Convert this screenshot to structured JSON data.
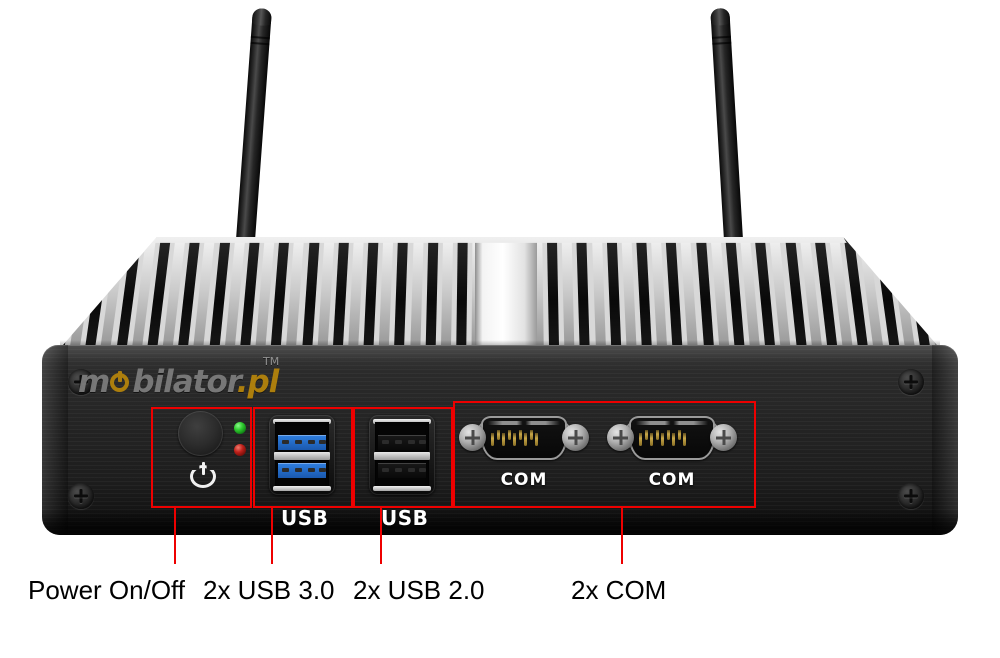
{
  "product": {
    "brand_logo": {
      "text_main": "m",
      "text_rest": "bilator",
      "suffix": ".pl",
      "trademark": "TM",
      "accent_color": "#b8860b"
    }
  },
  "front_panel": {
    "power_glyph_name": "power-symbol",
    "leds": [
      {
        "name": "led-green",
        "color": "#2fcb2f"
      },
      {
        "name": "led-red",
        "color": "#c0201a"
      }
    ],
    "usb30_label": "USB",
    "usb20_label": "USB",
    "com_ports": [
      {
        "label": "COM"
      },
      {
        "label": "COM"
      }
    ]
  },
  "annotations": {
    "accent_color": "#ee0000",
    "callouts": [
      {
        "id": "power",
        "label": "Power On/Off"
      },
      {
        "id": "usb30",
        "label": "2x USB 3.0"
      },
      {
        "id": "usb20",
        "label": "2x USB 2.0"
      },
      {
        "id": "com",
        "label": "2x COM"
      }
    ]
  }
}
